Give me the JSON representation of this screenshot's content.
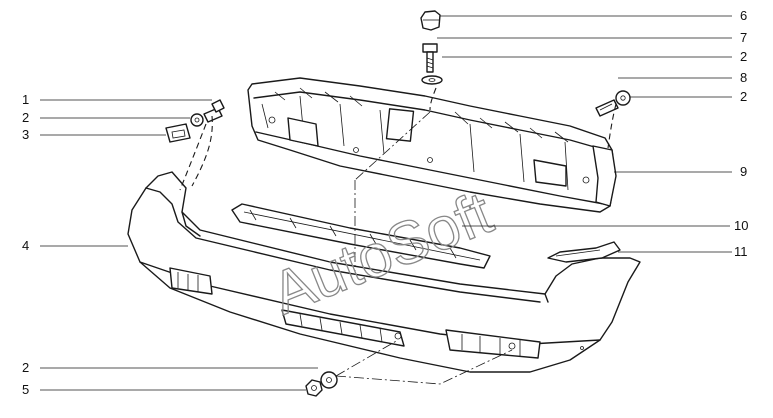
{
  "watermark": "AutoSoft",
  "callouts": {
    "left": [
      {
        "id": "c1",
        "label": "1"
      },
      {
        "id": "c2a",
        "label": "2"
      },
      {
        "id": "c3",
        "label": "3"
      },
      {
        "id": "c4",
        "label": "4"
      },
      {
        "id": "c2b",
        "label": "2"
      },
      {
        "id": "c5",
        "label": "5"
      }
    ],
    "right": [
      {
        "id": "c6",
        "label": "6"
      },
      {
        "id": "c7",
        "label": "7"
      },
      {
        "id": "c2c",
        "label": "2"
      },
      {
        "id": "c8",
        "label": "8"
      },
      {
        "id": "c2d",
        "label": "2"
      },
      {
        "id": "c9",
        "label": "9"
      },
      {
        "id": "c10",
        "label": "10"
      },
      {
        "id": "c11",
        "label": "11"
      }
    ]
  }
}
